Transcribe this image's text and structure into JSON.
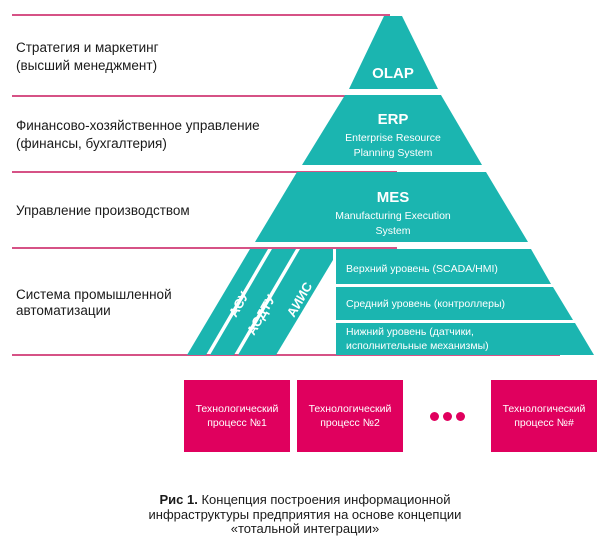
{
  "levels": [
    {
      "line1": "Стратегия и маркетинг",
      "line2": "(высший менеджмент)"
    },
    {
      "line1": "Финансово-хозяйственное управление",
      "line2": "(финансы, бухгалтерия)"
    },
    {
      "line1": "Управление производством",
      "line2": ""
    },
    {
      "line1": "Система промышленной",
      "line2": "автоматизации"
    }
  ],
  "tiers": {
    "olap": {
      "title": "OLAP"
    },
    "erp": {
      "title": "ERP",
      "sub1": "Enterprise Resource",
      "sub2": "Planning System"
    },
    "mes": {
      "title": "MES",
      "sub1": "Manufacturing Execution",
      "sub2": "System"
    }
  },
  "automation": {
    "diagonals": [
      "АСУ",
      "АСДТУ",
      "АИИС"
    ],
    "sublevels": [
      {
        "line1": "Верхний уровень (SCADA/HMI)",
        "line2": ""
      },
      {
        "line1": "Средний уровень (контроллеры)",
        "line2": ""
      },
      {
        "line1": "Нижний уровень (датчики,",
        "line2": "исполнительные механизмы)"
      }
    ]
  },
  "processes": [
    {
      "line1": "Технологический",
      "line2": "процесс №1"
    },
    {
      "line1": "Технологический",
      "line2": "процесс №2"
    },
    {
      "line1": "Технологический",
      "line2": "процесс №#"
    }
  ],
  "caption": {
    "prefix": "Рис 1.",
    "line1": " Концепция построения информационной",
    "line2": "инфраструктуры предприятия на основе концепции",
    "line3": "«тотальной интеграции»"
  },
  "colors": {
    "teal": "#1bb5b0",
    "pink": "#e0005e",
    "divider": "#c8195f"
  }
}
